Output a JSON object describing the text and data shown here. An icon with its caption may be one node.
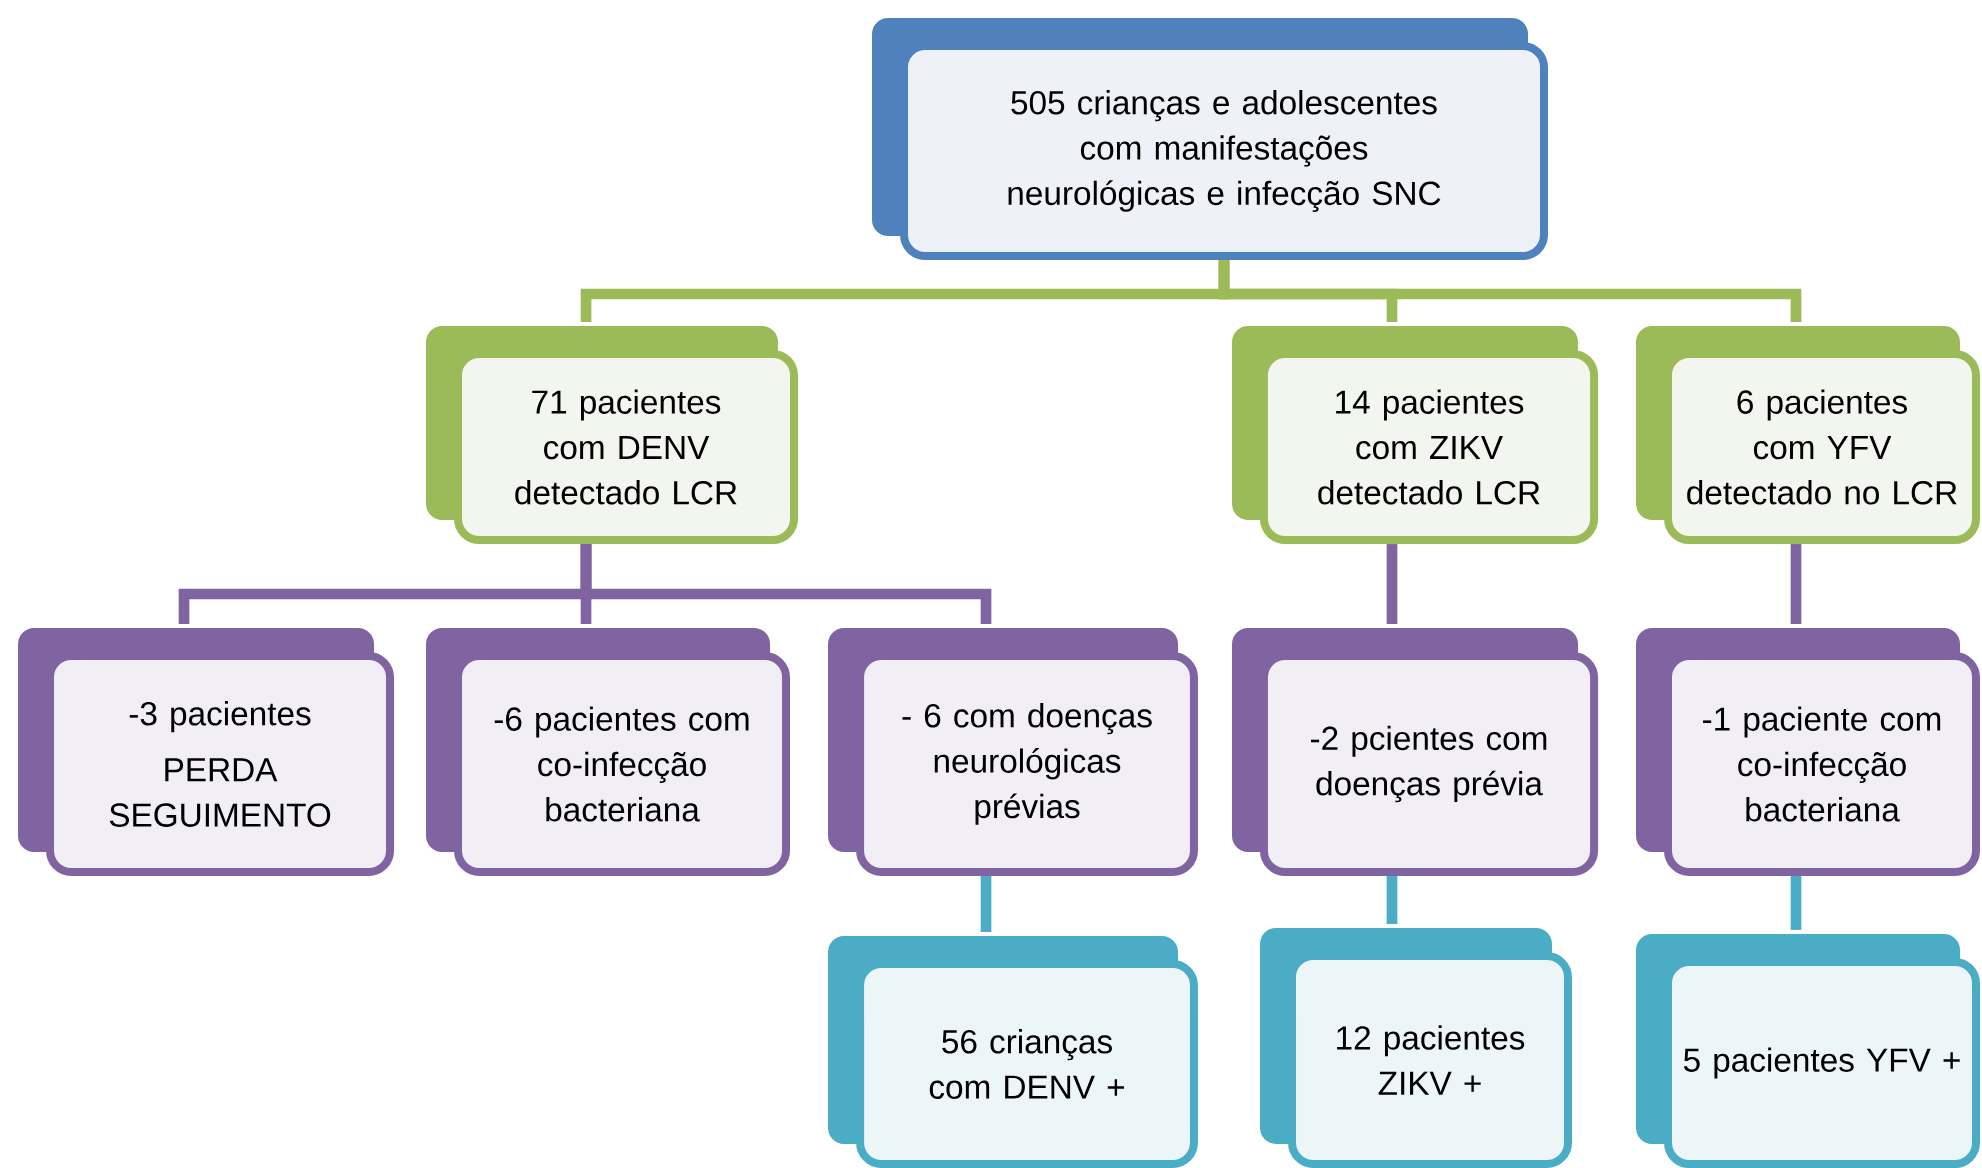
{
  "diagram": {
    "nodes": [
      {
        "text": [
          "505 crianças e adolescentes com manifestações neurológicas e infecção SNC"
        ]
      },
      {
        "text": [
          "71 pacientes com DENV detectado LCR"
        ]
      },
      {
        "text": [
          "14 pacientes com ZIKV detectado LCR"
        ]
      },
      {
        "text": [
          "6 pacientes com YFV detectado no LCR"
        ]
      },
      {
        "text": [
          "-3 pacientes",
          "PERDA SEGUIMENTO"
        ]
      },
      {
        "text": [
          "-6 pacientes com co-infecção bacteriana"
        ]
      },
      {
        "text": [
          "- 6 com doenças neurológicas prévias"
        ]
      },
      {
        "text": [
          "-2 pcientes com doenças prévia"
        ]
      },
      {
        "text": [
          "-1 paciente com co-infecção bacteriana"
        ]
      },
      {
        "text": [
          "56 crianças com DENV +"
        ]
      },
      {
        "text": [
          "12 pacientes ZIKV +"
        ]
      },
      {
        "text": [
          "5 pacientes YFV +"
        ]
      }
    ],
    "edges": [
      {
        "from": 0,
        "to": 1,
        "arrow": "none",
        "color": "#9bbb59"
      },
      {
        "from": 0,
        "to": 2,
        "arrow": "none",
        "color": "#9bbb59"
      },
      {
        "from": 0,
        "to": 3,
        "arrow": "none",
        "color": "#9bbb59"
      },
      {
        "from": 1,
        "to": 4,
        "arrow": "none"
      },
      {
        "from": 1,
        "to": 5,
        "arrow": "none"
      },
      {
        "from": 1,
        "to": 6,
        "arrow": "none"
      },
      {
        "from": 2,
        "to": 7,
        "arrow": "none"
      },
      {
        "from": 3,
        "to": 8,
        "arrow": "none"
      },
      {
        "from": 6,
        "to": 9,
        "arrow": "none",
        "color": "#4bacc6"
      },
      {
        "from": 7,
        "to": 10,
        "arrow": "none",
        "color": "#4bacc6"
      },
      {
        "from": 8,
        "to": 11,
        "arrow": "none",
        "color": "#4bacc6"
      }
    ]
  }
}
